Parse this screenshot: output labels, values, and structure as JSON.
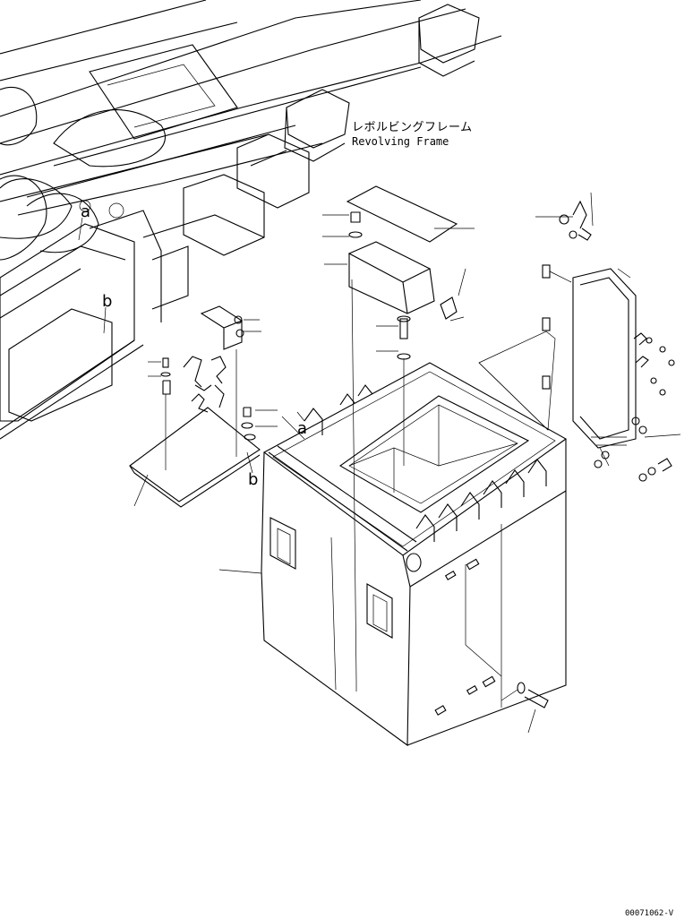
{
  "title_ja": "レボルビングフレーム",
  "title_en": "Revolving Frame",
  "doc_id": "00071062-V",
  "ref_a": "a",
  "ref_b": "b"
}
